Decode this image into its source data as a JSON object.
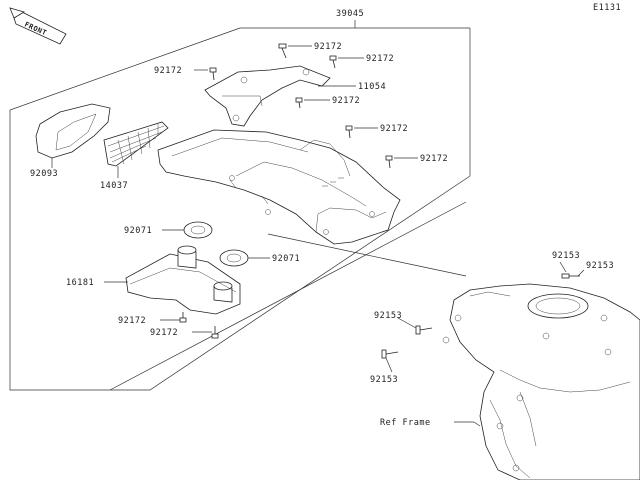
{
  "diagram_code": "E1131",
  "front_label": "FRONT",
  "assembly_label": "39045",
  "ref_label": "Ref Frame",
  "parts": {
    "bolt_top_1": "92172",
    "bolt_top_2": "92172",
    "bolt_left_1": "92172",
    "bracket": "11054",
    "bolt_mid": "92172",
    "bolt_right_1": "92172",
    "bolt_right_2": "92172",
    "cover": "92093",
    "mesh": "14037",
    "grommet_1": "92071",
    "grommet_2": "92071",
    "tank": "16181",
    "bolt_bottom_1": "92172",
    "bolt_bottom_2": "92172",
    "screw_1": "92153",
    "screw_2": "92153",
    "screw_3": "92153",
    "screw_4": "92153"
  }
}
